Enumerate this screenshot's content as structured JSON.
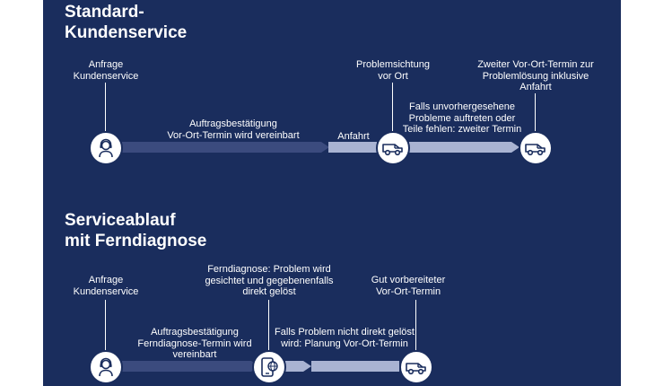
{
  "section1": {
    "title_line1": "Standard-",
    "title_line2": "Kundenservice",
    "step_request": "Anfrage\nKundenservice",
    "step_confirm": "Auftragsbestätigung\nVor-Ort-Termin wird vereinbart",
    "step_travel": "Anfahrt",
    "step_inspection": "Problemsichtung\nvor Ort",
    "step_fallback": "Falls unvorhergesehene\nProbleme auftreten oder\nTeile fehlen: zweiter Termin",
    "step_second_visit": "Zweiter Vor-Ort-Termin zur\nProblemlösung inklusive\nAnfahrt"
  },
  "section2": {
    "title_line1": "Serviceablauf",
    "title_line2": "mit Ferndiagnose",
    "step_request": "Anfrage\nKundenservice",
    "step_confirm": "Auftragsbestätigung\nFerndiagnose-Termin wird\nvereinbart",
    "step_remote": "Ferndiagnose: Problem wird\ngesichtet und gegebenenfalls\ndirekt gelöst",
    "step_fallback": "Falls Problem nicht direkt gelöst\nwird: Planung Vor-Ort-Termin",
    "step_visit": "Gut vorbereiteter\nVor-Ort-Termin"
  },
  "icons": {
    "s1_node1": "headset-agent-icon",
    "s1_node2": "service-van-icon",
    "s1_node3": "service-van-icon",
    "s2_node1": "headset-agent-icon",
    "s2_node2": "smartphone-remote-icon",
    "s2_node3": "service-van-icon"
  },
  "colors": {
    "background": "#1a2d5d",
    "bar_dark": "#3b4b7e",
    "bar_light": "#a9b3d2",
    "text": "#ffffff"
  }
}
